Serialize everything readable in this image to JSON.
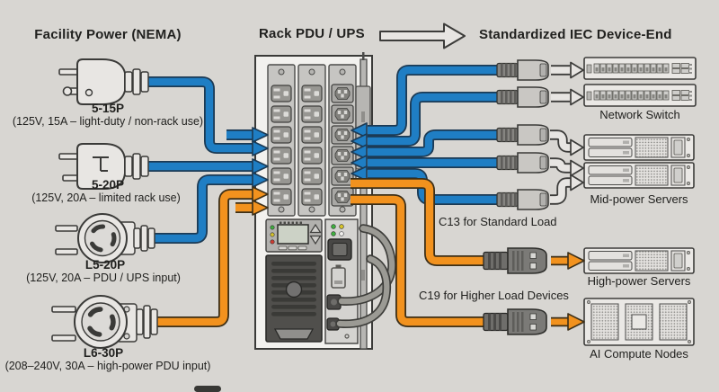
{
  "header": {
    "left": "Facility Power (NEMA)",
    "middle": "Rack PDU / UPS",
    "right": "Standardized IEC Device-End"
  },
  "plugs": [
    {
      "name": "5-15P",
      "spec": "(125V, 15A – light-duty / non-rack use)",
      "cable": "blue"
    },
    {
      "name": "5-20P",
      "spec": "(125V, 20A – limited rack use)",
      "cable": "blue"
    },
    {
      "name": "L5-20P",
      "spec": "(125V, 20A – PDU / UPS input)",
      "cable": "blue"
    },
    {
      "name": "L6-30P",
      "spec": "(208–240V, 30A – high-power PDU input)",
      "cable": "orange"
    }
  ],
  "notes": {
    "c13": "C13 for Standard Load",
    "c19": "C19 for Higher Load Devices"
  },
  "devices": [
    {
      "label": "Network Switch",
      "units_shown": 2,
      "connector": "C13",
      "cable": "blue"
    },
    {
      "label": "Mid-power Servers",
      "units_shown": 2,
      "connector": "C13",
      "cable": "blue"
    },
    {
      "label": "High-power Servers",
      "units_shown": 1,
      "connector": "C19",
      "cable": "orange"
    },
    {
      "label": "AI Compute Nodes",
      "units_shown": 1,
      "connector": "C19",
      "cable": "orange"
    }
  ],
  "colors": {
    "background": "#d8d6d2",
    "standard_cable_blue": "#1f7ec4",
    "high_power_cable_orange": "#f2921e",
    "ink": "#21211f"
  }
}
